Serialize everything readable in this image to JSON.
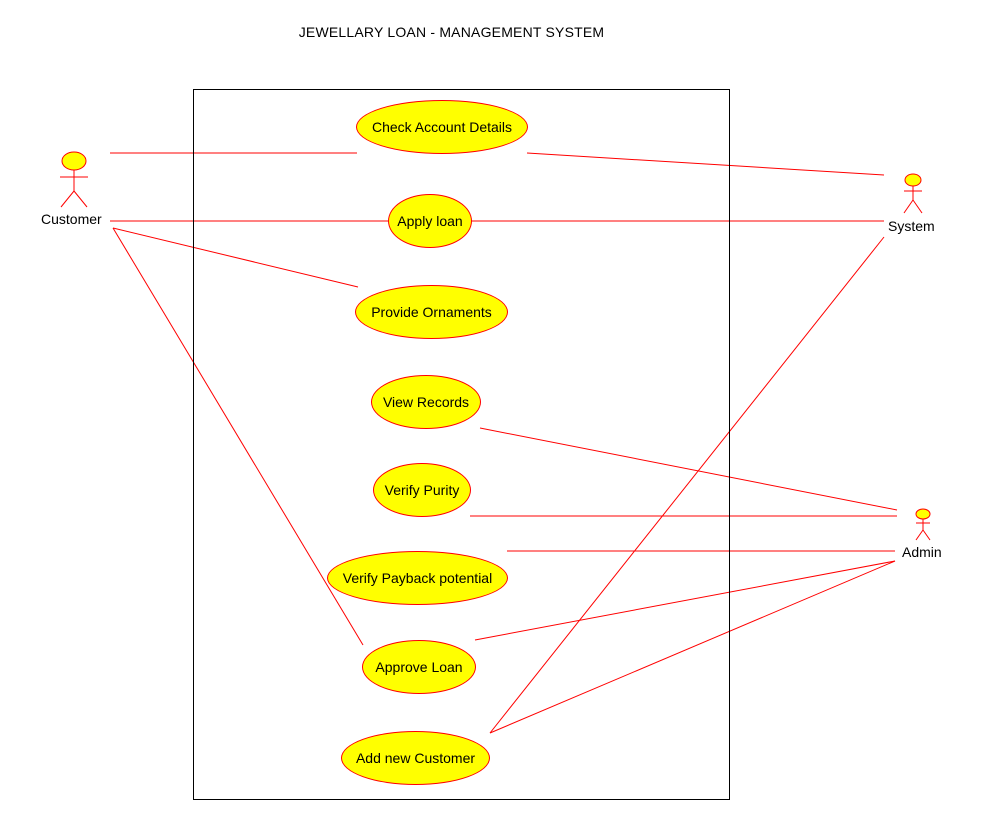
{
  "diagram": {
    "title": "JEWELLARY LOAN - MANAGEMENT SYSTEM",
    "actors": {
      "customer": "Customer",
      "system": "System",
      "admin": "Admin"
    },
    "use_cases": {
      "check_account": "Check Account Details",
      "apply_loan": "Apply loan",
      "provide_ornaments": "Provide Ornaments",
      "view_records": "View Records",
      "verify_purity": "Verify Purity",
      "verify_payback": "Verify Payback potential",
      "approve_loan": "Approve Loan",
      "add_customer": "Add new Customer"
    },
    "associations": [
      [
        "customer",
        "check_account"
      ],
      [
        "customer",
        "apply_loan"
      ],
      [
        "customer",
        "provide_ornaments"
      ],
      [
        "customer",
        "approve_loan"
      ],
      [
        "system",
        "check_account"
      ],
      [
        "system",
        "apply_loan"
      ],
      [
        "system",
        "add_customer"
      ],
      [
        "admin",
        "view_records"
      ],
      [
        "admin",
        "verify_purity"
      ],
      [
        "admin",
        "verify_payback"
      ],
      [
        "admin",
        "approve_loan"
      ],
      [
        "admin",
        "add_customer"
      ]
    ],
    "colors": {
      "line": "#ff0000",
      "use_case_fill": "#ffff00",
      "actor_head_fill": "#ffff00",
      "boundary": "#000000"
    }
  }
}
